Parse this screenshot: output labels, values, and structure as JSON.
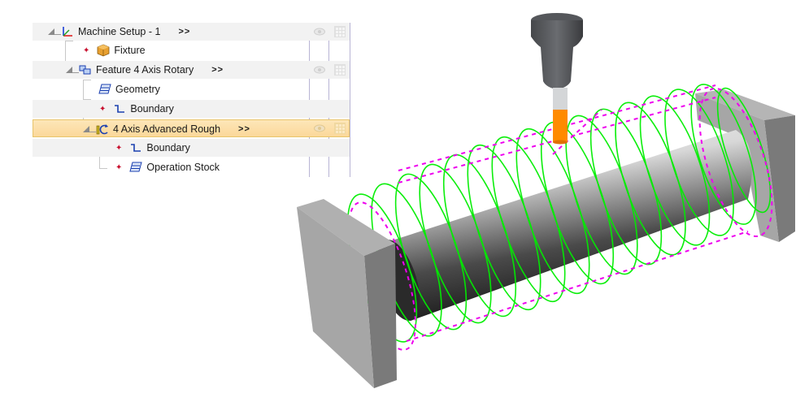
{
  "tree": {
    "rows": [
      {
        "label": "Machine Setup - 1",
        "icon": "axes-icon",
        "more": ">>",
        "expandable": true
      },
      {
        "label": "Fixture",
        "icon": "box-icon",
        "marker": "red-star"
      },
      {
        "label": "Feature 4 Axis Rotary",
        "icon": "feature-icon",
        "more": ">>",
        "expandable": true
      },
      {
        "label": "Geometry",
        "icon": "geometry-icon"
      },
      {
        "label": "Boundary",
        "icon": "boundary-icon",
        "marker": "red-star"
      },
      {
        "label": "4 Axis Advanced Rough",
        "icon": "rotary-toolpath-icon",
        "more": ">>",
        "expandable": true,
        "selected": true
      },
      {
        "label": "Boundary",
        "icon": "boundary-icon",
        "marker": "red-star"
      },
      {
        "label": "Operation Stock",
        "icon": "geometry-icon",
        "marker": "red-star"
      }
    ],
    "marker_glyph": "✦",
    "columns": [
      "visibility",
      "display-options"
    ]
  },
  "viewport": {
    "description": "3D view of 4-axis rotary roughing toolpath around cylindrical stock between two fixture plates",
    "colors": {
      "toolpath": "#00ee00",
      "links": "#ee00ee",
      "tool_tip": "#ff8a00",
      "holder": "#5a5c60",
      "fixture": "#a0a0a0"
    }
  }
}
